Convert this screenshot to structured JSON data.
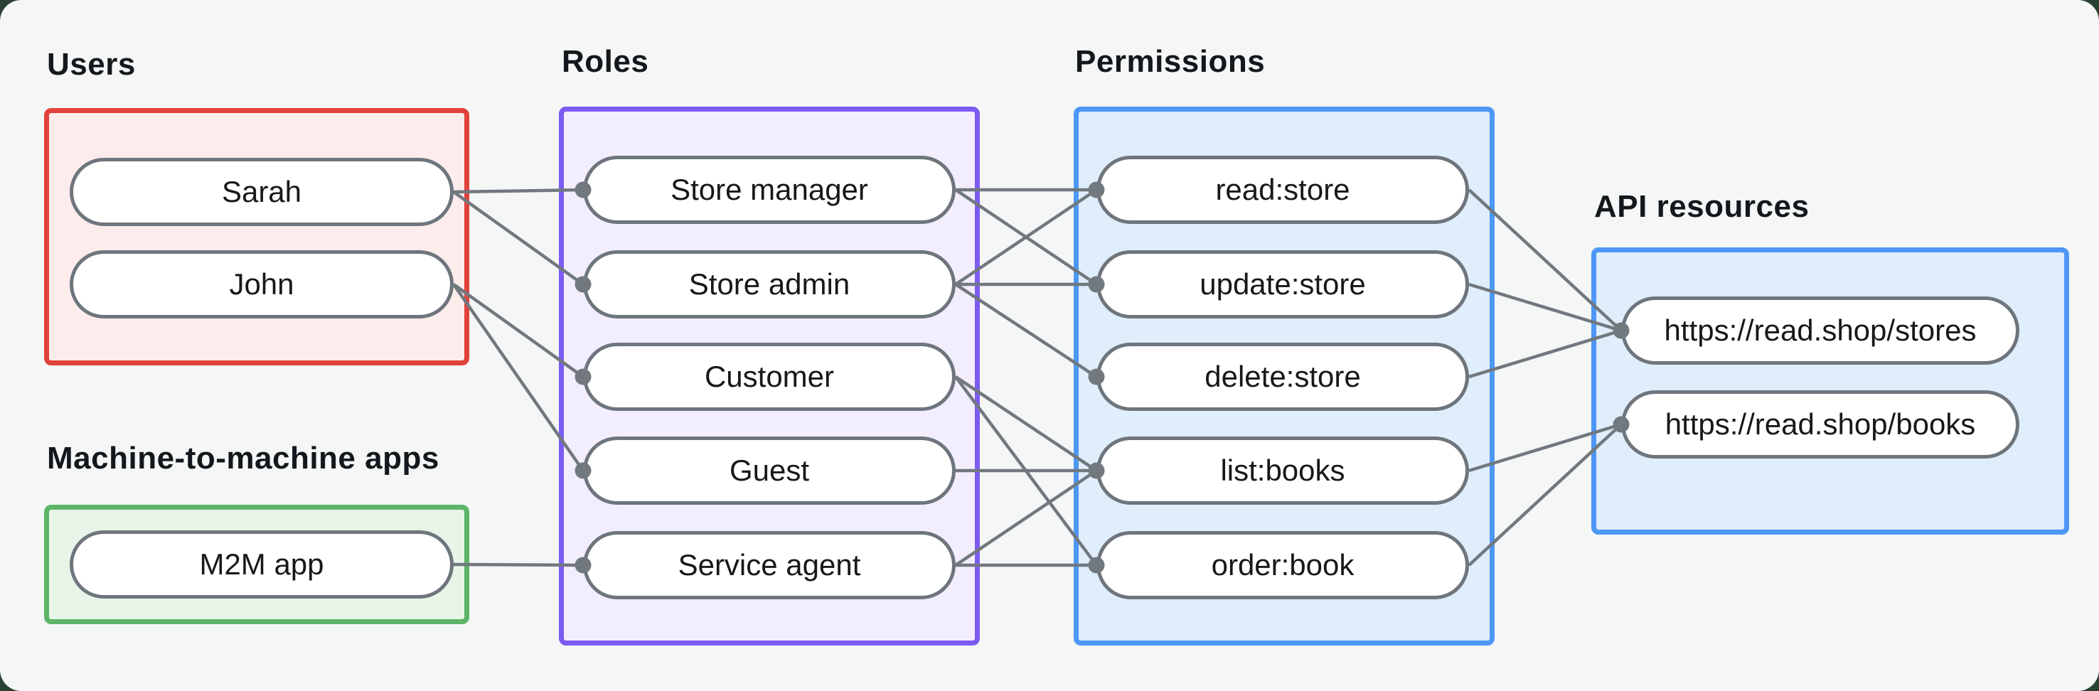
{
  "diagram": {
    "groups": {
      "users": {
        "label": "Users",
        "nodes": {
          "sarah": "Sarah",
          "john": "John"
        }
      },
      "m2m": {
        "label": "Machine-to-machine apps",
        "nodes": {
          "m2m-app": "M2M app"
        }
      },
      "roles": {
        "label": "Roles",
        "nodes": {
          "store-manager": "Store manager",
          "store-admin": "Store admin",
          "customer": "Customer",
          "guest": "Guest",
          "service-agent": "Service agent"
        }
      },
      "permissions": {
        "label": "Permissions",
        "nodes": {
          "read-store": "read:store",
          "update-store": "update:store",
          "delete-store": "delete:store",
          "list-books": "list:books",
          "order-book": "order:book"
        }
      },
      "api": {
        "label": "API resources",
        "nodes": {
          "stores-resource": "https://read.shop/stores",
          "books-resource": "https://read.shop/books"
        }
      }
    },
    "edges": [
      [
        "sarah",
        "store-manager"
      ],
      [
        "sarah",
        "store-admin"
      ],
      [
        "john",
        "customer"
      ],
      [
        "john",
        "guest"
      ],
      [
        "m2m-app",
        "service-agent"
      ],
      [
        "store-manager",
        "read-store"
      ],
      [
        "store-manager",
        "update-store"
      ],
      [
        "store-admin",
        "read-store"
      ],
      [
        "store-admin",
        "update-store"
      ],
      [
        "store-admin",
        "delete-store"
      ],
      [
        "customer",
        "list-books"
      ],
      [
        "customer",
        "order-book"
      ],
      [
        "guest",
        "list-books"
      ],
      [
        "service-agent",
        "list-books"
      ],
      [
        "service-agent",
        "order-book"
      ],
      [
        "read-store",
        "stores-resource"
      ],
      [
        "update-store",
        "stores-resource"
      ],
      [
        "delete-store",
        "stores-resource"
      ],
      [
        "list-books",
        "books-resource"
      ],
      [
        "order-book",
        "books-resource"
      ]
    ],
    "colors": {
      "background": "#F5F6F6",
      "users_border": "#E2423C",
      "users_fill": "#FCECEB",
      "m2m_border": "#5CB567",
      "m2m_fill": "#E9F4E9",
      "roles_border": "#7B5BF2",
      "roles_fill": "#F3EEFE",
      "permissions_border": "#4D97F5",
      "permissions_fill": "#E0EDFB",
      "api_border": "#4D97F5",
      "api_fill": "#E0EDFB",
      "pill_border": "#6E757C",
      "edge": "#71787E"
    }
  }
}
